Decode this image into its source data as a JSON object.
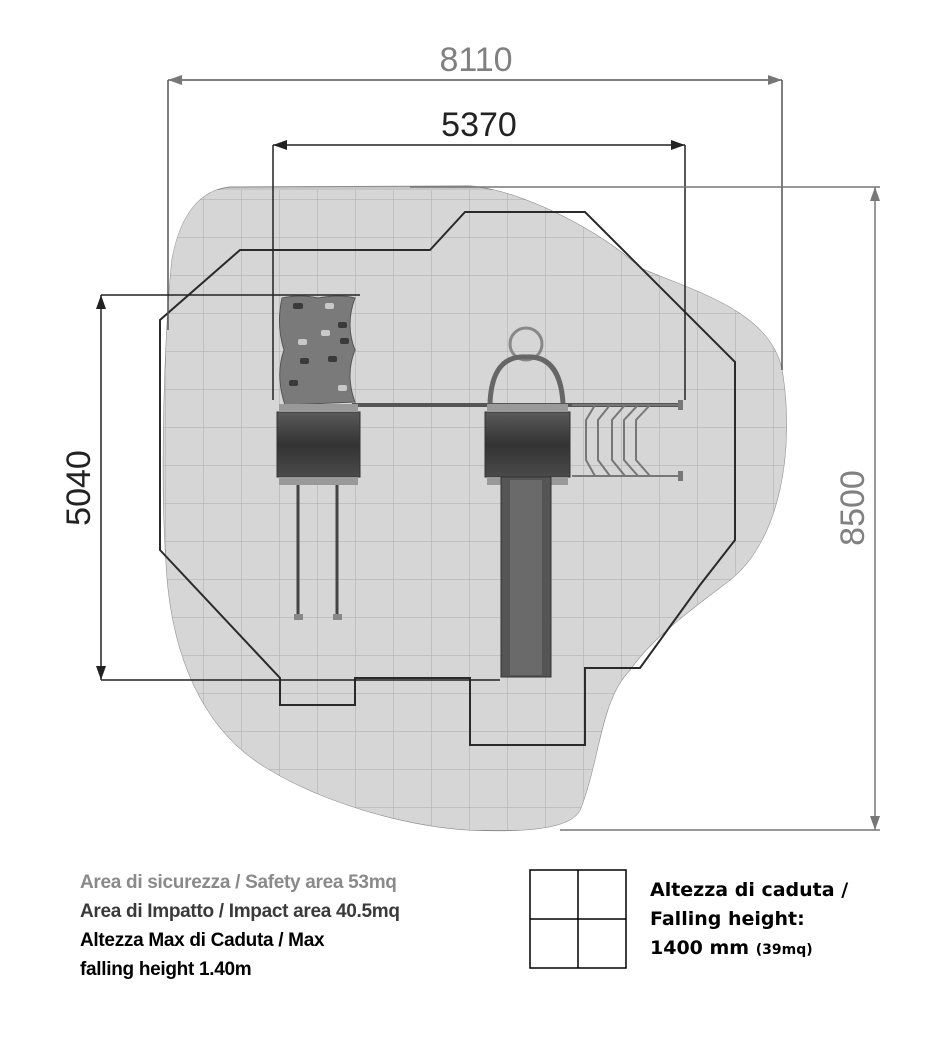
{
  "dimensions": {
    "overall_width": "8110",
    "structure_width": "5370",
    "overall_depth": "8500",
    "structure_depth": "5040"
  },
  "legend": {
    "safety_area": "Area di sicurezza / Safety area 53mq",
    "impact_area": "Area di Impatto / Impact area 40.5mq",
    "max_fall_line1": "Altezza Max di Caduta / Max",
    "max_fall_line2": "falling height 1.40m"
  },
  "falling_height": {
    "line1": "Altezza di caduta /",
    "line2": "Falling height:",
    "value": "1400 mm",
    "area": "(39mq)"
  },
  "colors": {
    "safety_fill": "#c8c8c8",
    "grid_fill": "#d6d6d6",
    "dim_gray": "#808080",
    "safety_text": "#8a8a8a",
    "impact_text": "#3a3a3a"
  }
}
